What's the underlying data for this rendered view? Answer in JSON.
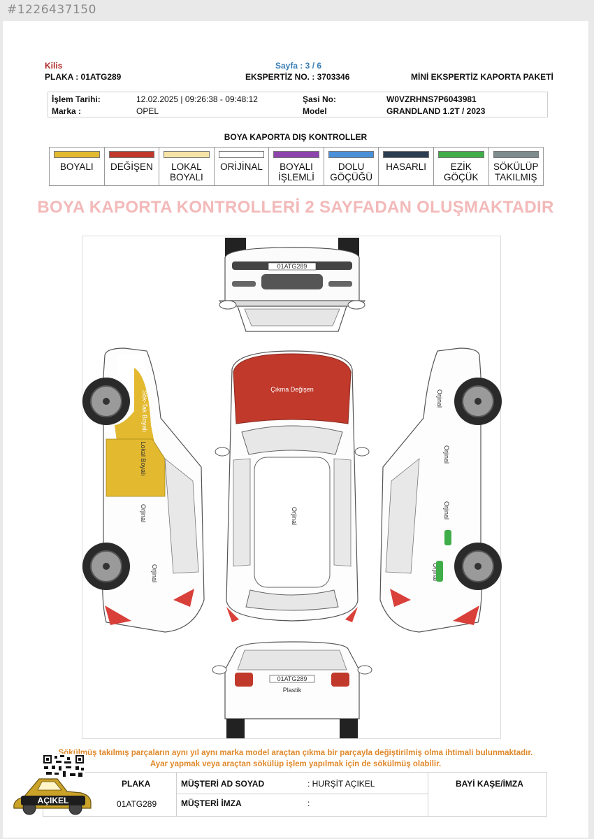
{
  "listing_id": "#1226437150",
  "header": {
    "city": "Kilis",
    "page": "Sayfa : 3 / 6",
    "plate": "PLAKA : 01ATG289",
    "expertise_no": "EKSPERTİZ NO. : 3703346",
    "package": "MİNİ EKSPERTİZ KAPORTA PAKETİ"
  },
  "info": {
    "date_label": "İşlem Tarihi:",
    "date_value": "12.02.2025 | 09:26:38 - 09:48:12",
    "chassis_label": "Şasi No:",
    "chassis_value": "W0VZRHNS7P6043981",
    "brand_label": "Marka :",
    "brand_value": "OPEL",
    "model_label": "Model",
    "model_value": "GRANDLAND 1.2T / 2023"
  },
  "section_title": "BOYA KAPORTA DIŞ KONTROLLER",
  "legend": [
    {
      "line1": "BOYALI",
      "line2": "",
      "color": "#e3b930"
    },
    {
      "line1": "DEĞİŞEN",
      "line2": "",
      "color": "#c0392b"
    },
    {
      "line1": "LOKAL",
      "line2": "BOYALI",
      "color": "#f6e4a6"
    },
    {
      "line1": "ORİJİNAL",
      "line2": "",
      "color": "#ffffff"
    },
    {
      "line1": "BOYALI",
      "line2": "İŞLEMLİ",
      "color": "#8e44ad"
    },
    {
      "line1": "DOLU",
      "line2": "GÖÇÜĞÜ",
      "color": "#4a90d9"
    },
    {
      "line1": "HASARLI",
      "line2": "",
      "color": "#2c3e50"
    },
    {
      "line1": "EZİK",
      "line2": "GÖÇÜK",
      "color": "#3fae49"
    },
    {
      "line1": "SÖKÜLÜP",
      "line2": "TAKILMIŞ",
      "color": "#7f8c8d"
    }
  ],
  "notice": "BOYA KAPORTA KONTROLLERİ 2 SAYFADAN OLUŞMAKTADIR",
  "diagram": {
    "front_plate": "01ATG289",
    "rear_plate": "01ATG289",
    "hood_label": "Çıkma Değişen",
    "roof_label": "Orjinal",
    "left_fender_label": "Sök-Tak Boyalı",
    "left_front_door_label": "Lokal Boyalı",
    "left_rear_door_label": "Orjinal",
    "left_rear_fender_label": "Orjinal",
    "right_front_fender_label": "Orjinal",
    "right_front_door_label": "Orjinal",
    "right_rear_door_label": "Orjinal",
    "right_rear_fender_label": "Orjinal",
    "rear_bumper_label": "Plastik",
    "colors": {
      "changed": "#c0392b",
      "painted": "#e3b930",
      "dent": "#3fae49",
      "plastic_red": "#d9403a"
    }
  },
  "warning_line1": "Sökülmüş takılmış parçaların aynı yıl aynı marka model araçtan çıkma bir parçayla değiştirilmiş olma ihtimali bulunmaktadır.",
  "warning_line2": "Ayar yapmak veya araçtan sökülüp işlem yapılmak için de sökülmüş olabilir.",
  "footer": {
    "plate_label": "PLAKA",
    "plate_value": "01ATG289",
    "customer_label": "MÜŞTERİ AD SOYAD",
    "customer_value": ": HURŞİT AÇIKEL",
    "signature_label": "MÜŞTERİ İMZA",
    "signature_value": ":",
    "dealer_label": "BAYİ KAŞE/İMZA"
  },
  "brand_logo_text": "AÇIKEL"
}
